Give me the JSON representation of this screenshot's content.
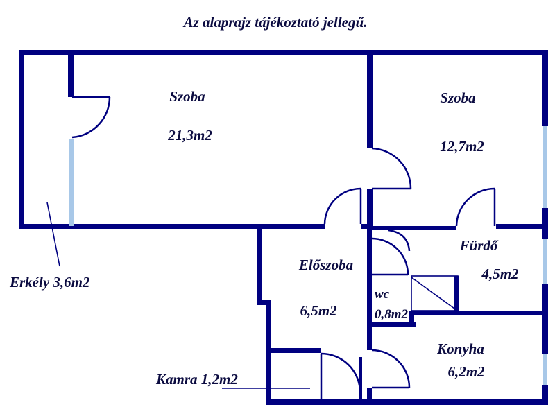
{
  "caption": "Az alaprajz tájékoztató jellegű.",
  "rooms": {
    "room_big": {
      "name": "Szoba",
      "area": "21,3m2"
    },
    "room_right": {
      "name": "Szoba",
      "area": "12,7m2"
    },
    "hall": {
      "name": "Előszoba",
      "area": "6,5m2"
    },
    "bath": {
      "name": "Fürdő",
      "area": "4,5m2"
    },
    "wc": {
      "name": "wc",
      "area": "0,8m2"
    },
    "kitchen": {
      "name": "Konyha",
      "area": "6,2m2"
    }
  },
  "callouts": {
    "balcony": "Erkély 3,6m2",
    "pantry": "Kamra 1,2m2"
  },
  "colors": {
    "wall": "#000080",
    "window": "#a8c8e8",
    "text": "#0b0b40"
  }
}
